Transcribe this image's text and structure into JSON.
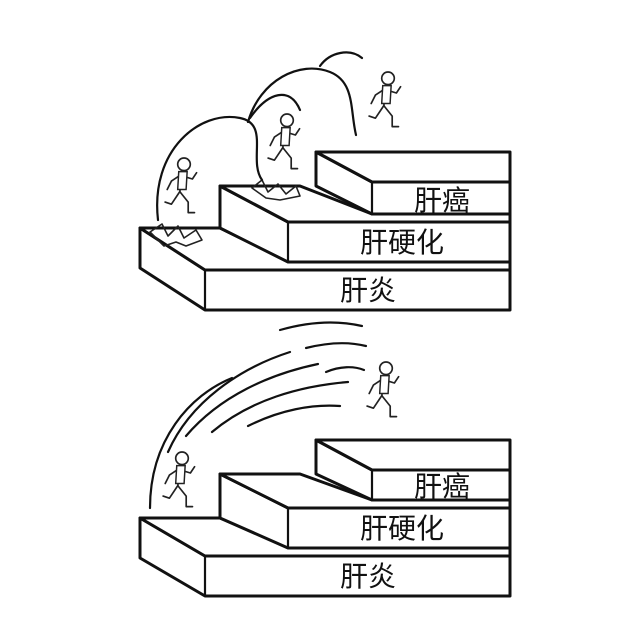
{
  "diagram": {
    "stairs": [
      {
        "steps": [
          {
            "label": "肝炎"
          },
          {
            "label": "肝硬化"
          },
          {
            "label": "肝癌"
          }
        ],
        "motion": "bouncing"
      },
      {
        "steps": [
          {
            "label": "肝炎"
          },
          {
            "label": "肝硬化"
          },
          {
            "label": "肝癌"
          }
        ],
        "motion": "leaping"
      }
    ]
  },
  "colors": {
    "ink": "#111111",
    "paper": "#ffffff"
  }
}
